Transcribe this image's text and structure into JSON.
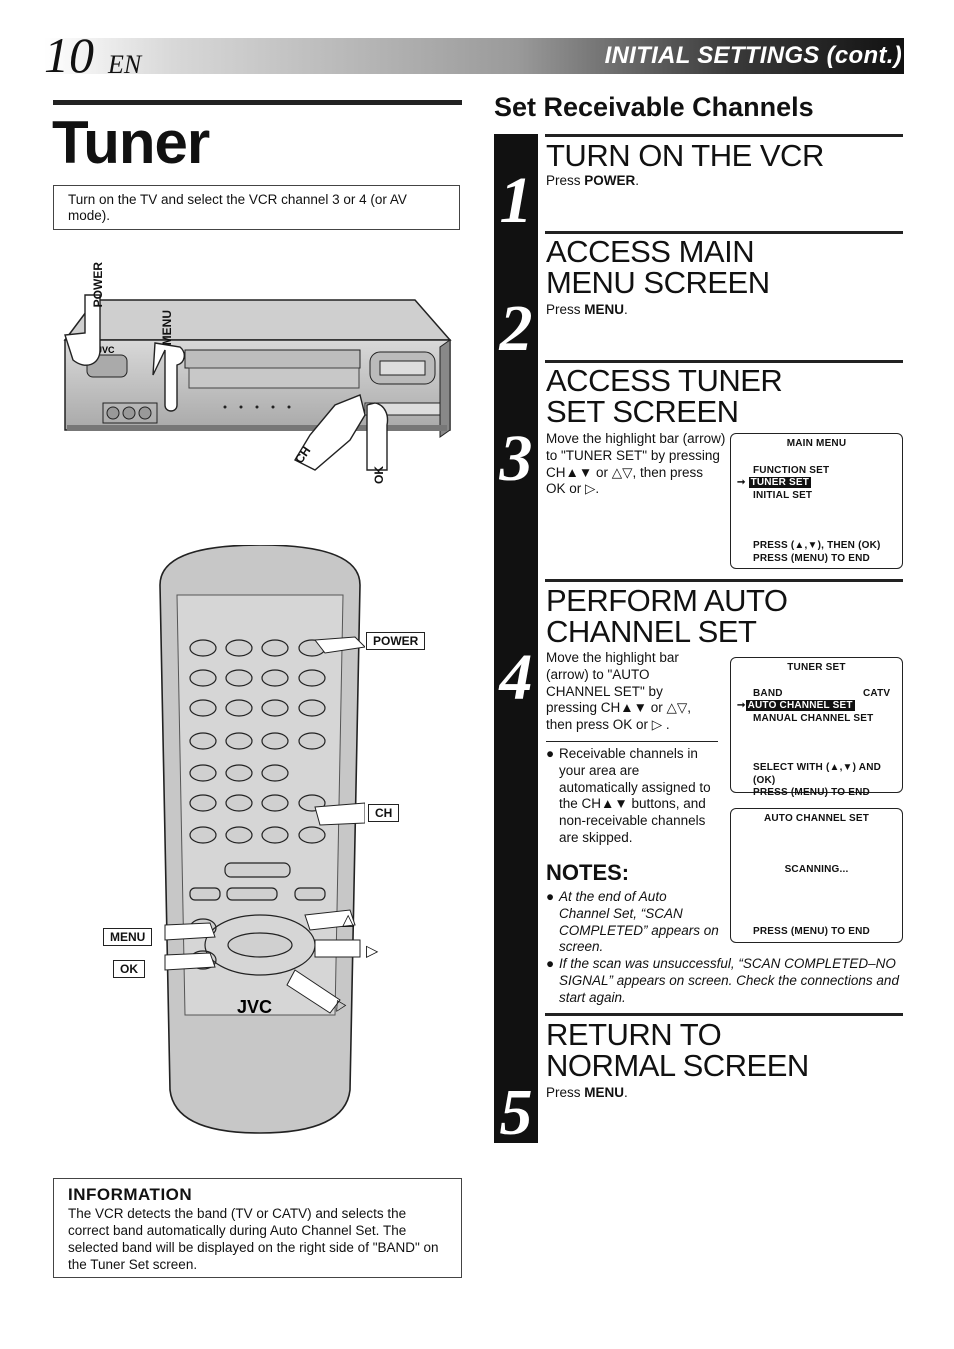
{
  "header": {
    "page_number": "10",
    "language": "EN",
    "section": "INITIAL SETTINGS (cont.)"
  },
  "left": {
    "title": "Tuner",
    "intro": "Turn on the TV and select the VCR channel 3 or 4 (or AV mode).",
    "vcr_labels": {
      "power": "POWER",
      "menu": "MENU",
      "ch": "CH",
      "ok": "OK"
    },
    "remote_labels": {
      "power": "POWER",
      "ch": "CH",
      "menu": "MENU",
      "ok": "OK",
      "brand": "JVC"
    },
    "vcr_brand": "JVC",
    "information": {
      "heading": "INFORMATION",
      "text": "The VCR detects the band (TV or CATV) and selects the correct band automatically during Auto Channel Set. The selected band will be displayed on the right side of \"BAND\" on the Tuner Set screen."
    }
  },
  "right": {
    "subheading": "Set Receivable Channels",
    "steps": [
      {
        "num": "1",
        "head": "TURN ON THE VCR",
        "text_pre": "Press ",
        "key": "POWER",
        "text_post": "."
      },
      {
        "num": "2",
        "head": "ACCESS MAIN MENU SCREEN",
        "text_pre": "Press ",
        "key": "MENU",
        "text_post": "."
      },
      {
        "num": "3",
        "head": "ACCESS TUNER SET SCREEN",
        "text": "Move the highlight bar (arrow) to \"TUNER SET\" by pressing CH▲▼ or △▽, then press OK or ▷."
      },
      {
        "num": "4",
        "head": "PERFORM AUTO CHANNEL SET",
        "text": "Move the highlight bar (arrow) to \"AUTO CHANNEL SET\" by pressing CH▲▼ or △▽, then press OK or ▷ .",
        "bullet": "Receivable channels in your area are automatically assigned to the CH▲▼ buttons, and non-receivable channels are skipped."
      },
      {
        "num": "5",
        "head": "RETURN TO NORMAL SCREEN",
        "text_pre": "Press ",
        "key": "MENU",
        "text_post": "."
      }
    ],
    "notes": {
      "heading": "NOTES:",
      "items": [
        "At the end of Auto Channel Set, “SCAN COMPLETED” appears on screen.",
        "If the scan was unsuccessful, “SCAN COMPLETED–NO SIGNAL” appears on screen. Check the connections and start again."
      ]
    },
    "osd_main_menu": {
      "title": "MAIN MENU",
      "items": [
        "FUNCTION SET",
        "TUNER SET",
        "INITIAL SET"
      ],
      "footer1": "PRESS (▲,▼), THEN (OK)",
      "footer2": "PRESS (MENU) TO END"
    },
    "osd_tuner_set": {
      "title": "TUNER SET",
      "band_label": "BAND",
      "band_value": "CATV",
      "items": [
        "AUTO CHANNEL SET",
        "MANUAL CHANNEL SET"
      ],
      "footer1": "SELECT WITH (▲,▼) AND (OK)",
      "footer2": "PRESS (MENU) TO END"
    },
    "osd_auto": {
      "title": "AUTO CHANNEL SET",
      "status": "SCANNING...",
      "footer": "PRESS (MENU) TO END"
    }
  }
}
